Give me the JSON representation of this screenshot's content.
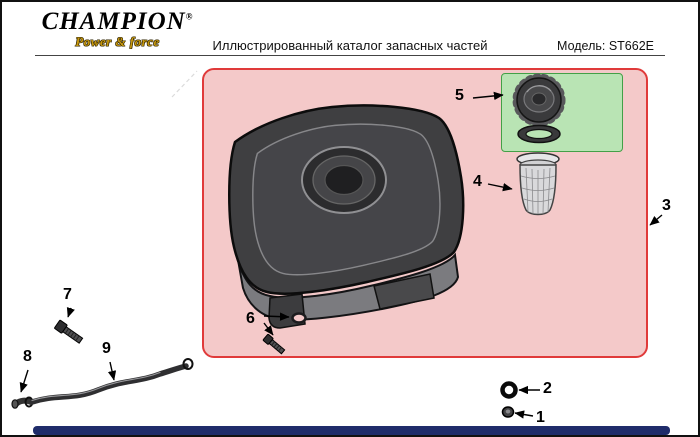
{
  "header": {
    "brand": "CHAMPION",
    "reg": "®",
    "tagline": "Power & force",
    "title": "Иллюстрированный каталог запасных частей",
    "model": "Модель: ST662E"
  },
  "callouts": {
    "c1": "1",
    "c2": "2",
    "c3": "3",
    "c4": "4",
    "c5": "5",
    "c6": "6",
    "c7": "7",
    "c8": "8",
    "c9": "9"
  },
  "colors": {
    "region_highlight_fill": "#f4c9c9",
    "region_highlight_border": "#e03a3a",
    "box_highlight_fill": "#b9e4b4",
    "box_highlight_border": "#43a047",
    "footer_bar": "#1f2c6a",
    "brand_gold": "#c7980f"
  }
}
